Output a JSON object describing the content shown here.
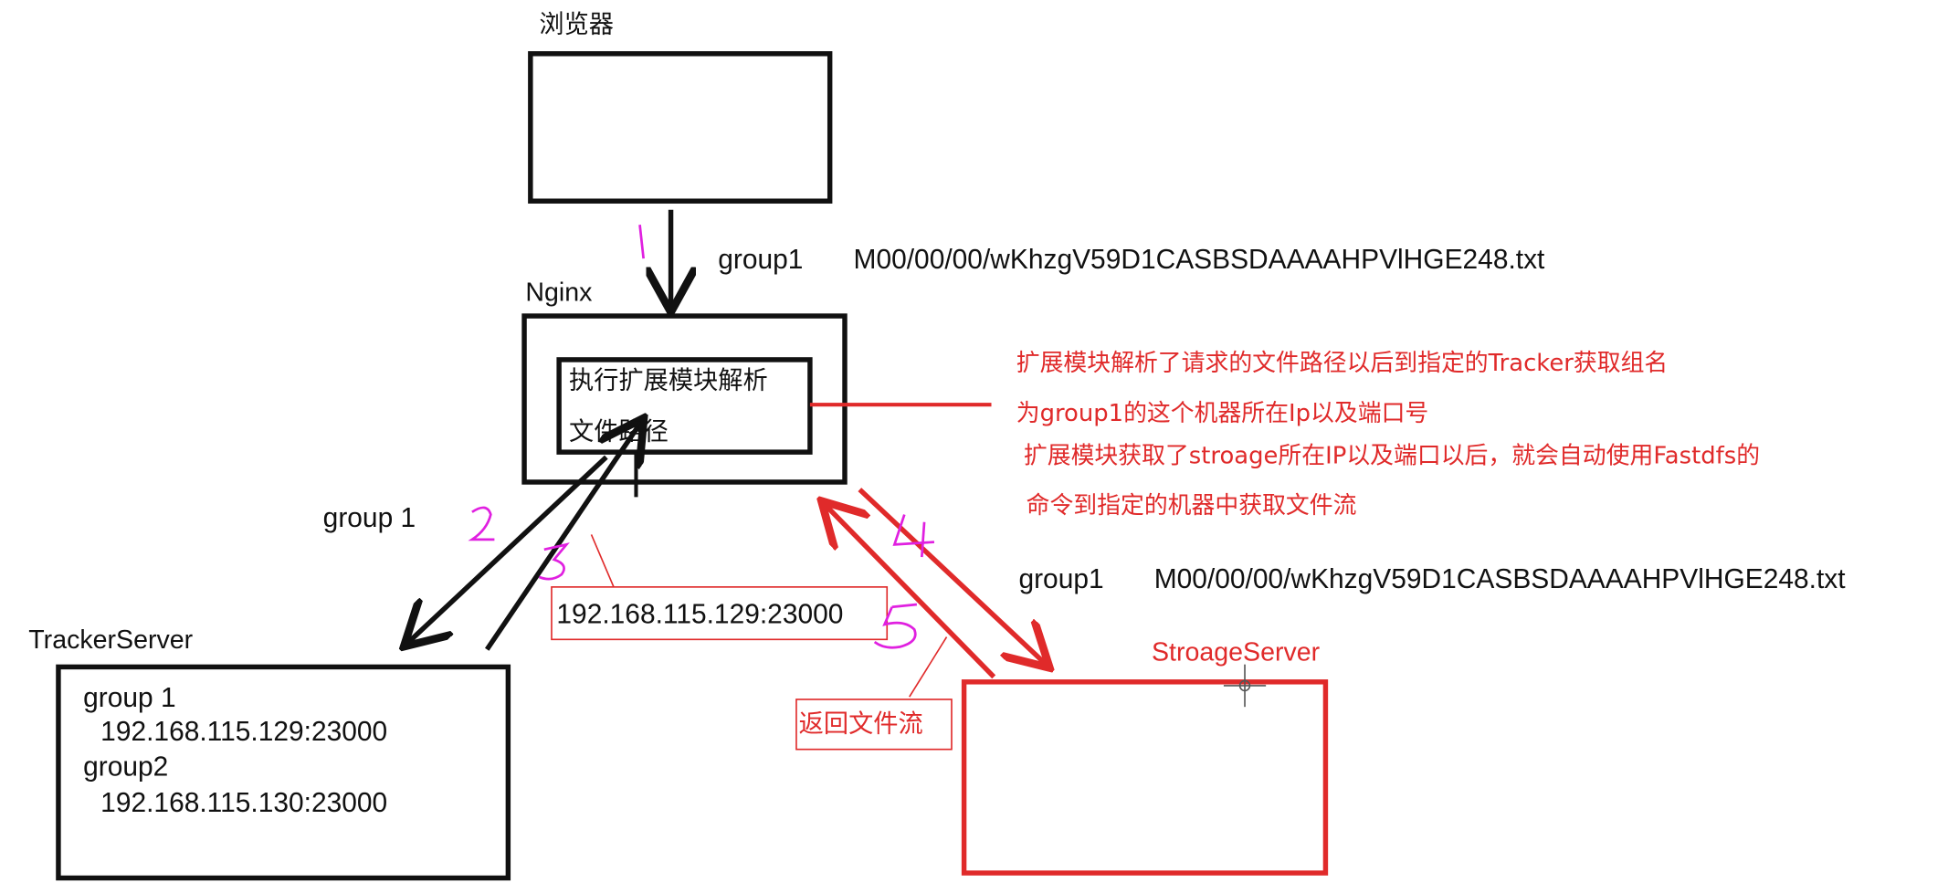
{
  "browser": {
    "label": "浏览器"
  },
  "nginx": {
    "label": "Nginx",
    "module_line1": "执行扩展模块解析",
    "module_line2": "文件路径"
  },
  "tracker": {
    "label": "TrackerServer",
    "line1": "group 1",
    "line2": "192.168.115.129:23000",
    "line3": "group2",
    "line4": "192.168.115.130:23000"
  },
  "storage": {
    "label": "StroageServer"
  },
  "request_path": {
    "group": "group1",
    "path": "M00/00/00/wKhzgV59D1CASBSDAAAAHPVlHGE248.txt"
  },
  "storage_request_path": {
    "group": "group1",
    "path": "M00/00/00/wKhzgV59D1CASBSDAAAAHPVlHGE248.txt"
  },
  "edges": {
    "to_tracker": "group 1",
    "tracker_reply": "192.168.115.129:23000",
    "return_stream": "返回文件流"
  },
  "annotations": {
    "note1_line1": "扩展模块解析了请求的文件路径以后到指定的Tracker获取组名",
    "note1_line2": "为group1的这个机器所在Ip以及端口号",
    "note2_line1": "扩展模块获取了stroage所在IP以及端口以后，就会自动使用Fastdfs的",
    "note2_line2": "命令到指定的机器中获取文件流"
  },
  "colors": {
    "black": "#111111",
    "red": "#e02a2a",
    "magenta": "#e020e0"
  }
}
